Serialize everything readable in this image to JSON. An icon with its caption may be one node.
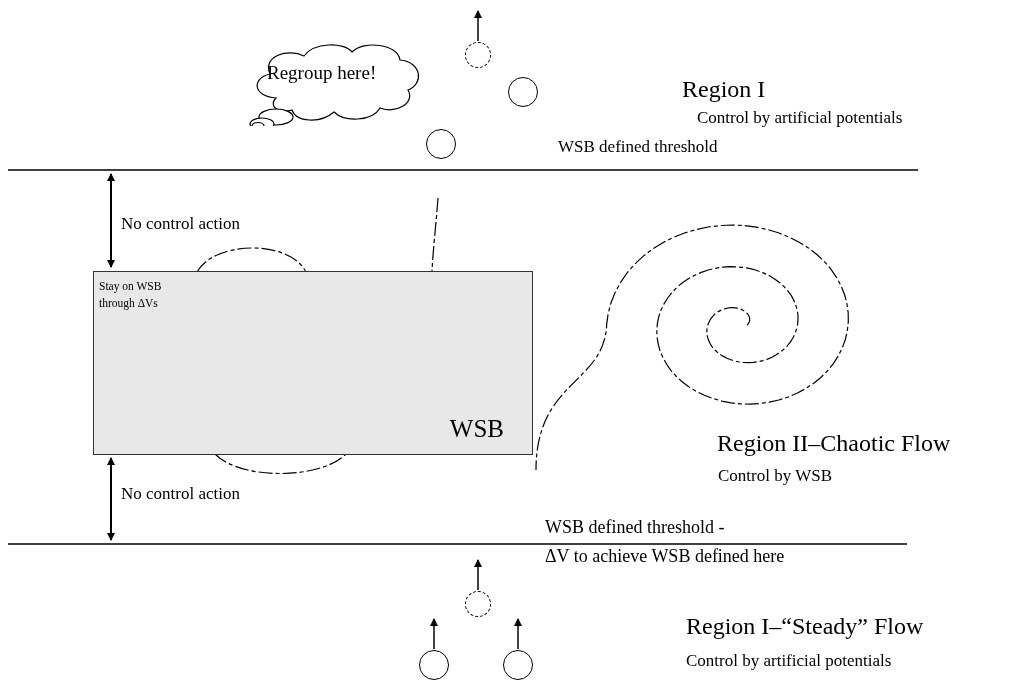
{
  "diagram": {
    "nodes": [
      {
        "text": [
          "Regroup here!"
        ]
      },
      {
        "text": [],
        "shape": "circle"
      },
      {
        "text": [],
        "shape": "circle"
      },
      {
        "text": [],
        "shape": "circle"
      },
      {
        "text": [
          "Stay on WSB through ΔVs",
          "WSB"
        ]
      },
      {
        "text": [],
        "shape": "circle"
      },
      {
        "text": [],
        "shape": "circle"
      },
      {
        "text": [],
        "shape": "circle"
      }
    ],
    "edges": [
      {
        "from": 1,
        "to": null,
        "arrow": "to"
      },
      {
        "from": 5,
        "to": null,
        "arrow": "to"
      },
      {
        "from": 6,
        "to": null,
        "arrow": "to"
      },
      {
        "from": 7,
        "to": null,
        "arrow": "to"
      }
    ],
    "labels": [
      "Region I",
      "Control by artificial potentials",
      "WSB defined threshold",
      "No control action",
      "Region II–Chaotic Flow",
      "Control by WSB",
      "No control action",
      "WSB defined threshold -",
      "ΔV to achieve WSB defined here",
      "Region I–“Steady” Flow",
      "Control by artificial potentials"
    ]
  }
}
